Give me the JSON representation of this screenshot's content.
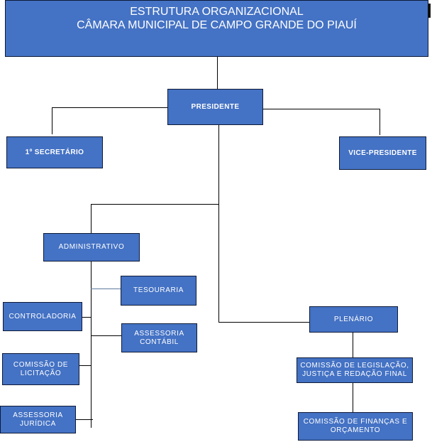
{
  "title": {
    "line1": "ESTRUTURA ORGANIZACIONAL",
    "line2": "CÂMARA MUNICIPAL DE CAMPO GRANDE DO PIAUÍ"
  },
  "colors": {
    "box_fill": "#4472c4",
    "box_border": "#0d1a38",
    "text": "#ffffff",
    "connector": "#000000"
  },
  "nodes": {
    "presidente": "PRESIDENTE",
    "secretario": "1º SECRETÁRIO",
    "vice_presidente": "VICE-PRESIDENTE",
    "administrativo": "ADMINISTRATIVO",
    "tesouraria": "TESOURARIA",
    "controladoria": "CONTROLADORIA",
    "assessoria_contabil": [
      "ASSESSORIA",
      "CONTÁBIL"
    ],
    "comissao_licitacao": [
      "COMISSÃO DE",
      "LICITAÇÃO"
    ],
    "assessoria_juridica": [
      "ASSESSORIA",
      "JURÍDICA"
    ],
    "plenario": "PLENÁRIO",
    "comissao_legislacao": [
      "COMISSÃO DE LEGISLAÇÃO,",
      "JUSTIÇA E REDAÇÃO FINAL"
    ],
    "comissao_financas": [
      "COMISSÃO DE FINANÇAS E",
      "ORÇAMENTO"
    ]
  }
}
